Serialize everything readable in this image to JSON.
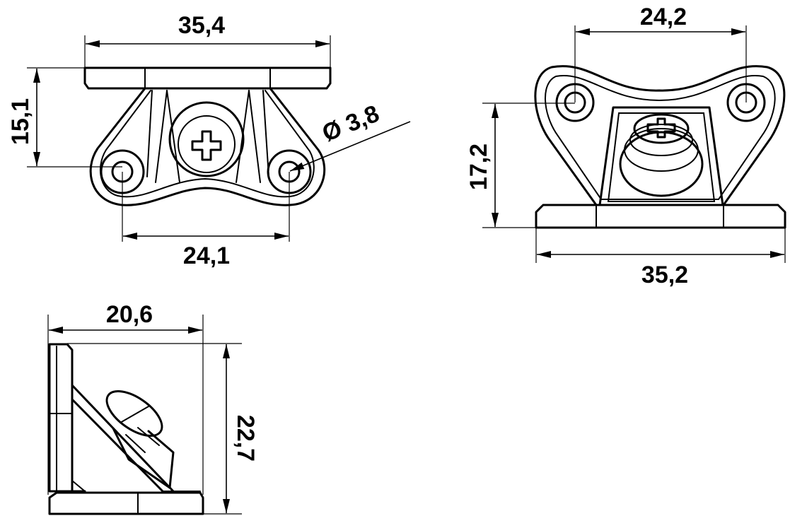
{
  "drawing": {
    "views": {
      "top": {
        "overall_width": "35,4",
        "hole_spacing": "24,1",
        "height": "15,1",
        "hole_diameter": "Ø 3,8"
      },
      "front": {
        "hole_spacing": "24,2",
        "height": "17,2",
        "base_width": "35,2"
      },
      "side": {
        "depth": "20,6",
        "height": "22,7"
      }
    }
  }
}
